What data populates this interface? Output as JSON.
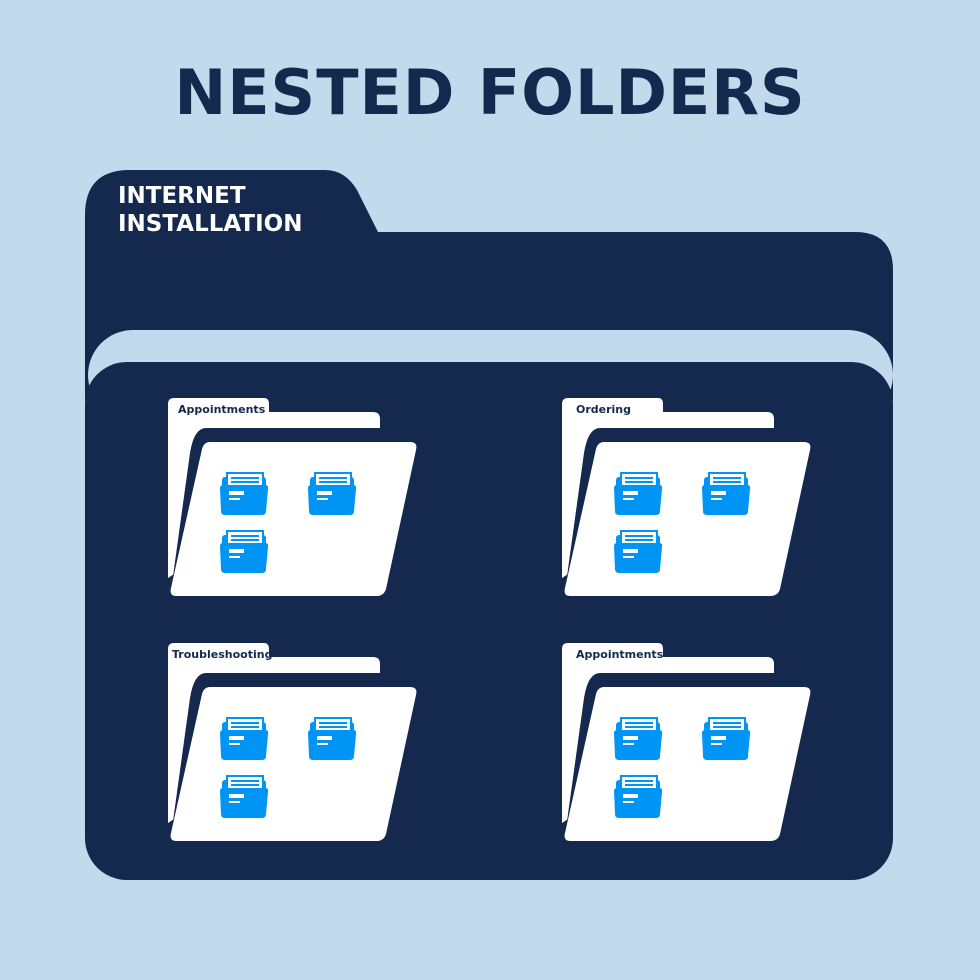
{
  "title": "NESTED FOLDERS",
  "main_folder": {
    "label_line1": "INTERNET",
    "label_line2": "INSTALLATION"
  },
  "subfolders": [
    {
      "label": "Appointments",
      "file_icons": 3
    },
    {
      "label": "Ordering",
      "file_icons": 3
    },
    {
      "label": "Troubleshooting",
      "file_icons": 3
    },
    {
      "label": "Appointments",
      "file_icons": 3
    }
  ],
  "colors": {
    "background": "#c3d9ec",
    "navy": "#15284d",
    "icon_blue": "#0095f5",
    "white": "#ffffff"
  },
  "icons": {
    "file": "folder-with-document-icon"
  }
}
